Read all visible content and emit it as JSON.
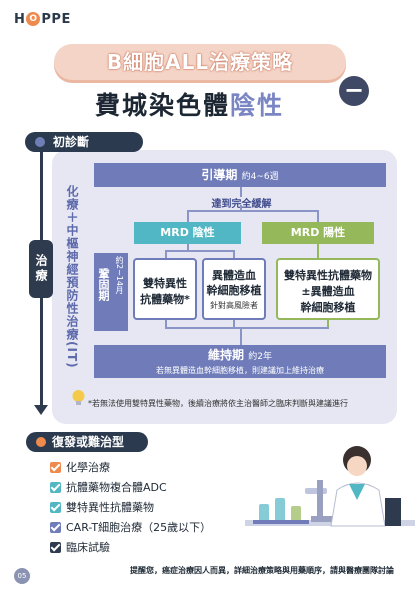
{
  "brand": {
    "logo_left": "H",
    "logo_mid": "P",
    "logo_right": "PE",
    "logo_o": "O"
  },
  "title": "B細胞ALL治療策略",
  "subtitle_main": "費城染色體",
  "subtitle_accent": "陰性",
  "subtitle_badge": "−",
  "diagnosis_label": "初診斷",
  "treatment_label": "治療",
  "side_label": "化療＋中樞神經預防性治療(IT)",
  "induction": {
    "label": "引導期",
    "duration": "約4~6週"
  },
  "complete_remission": "達到完全緩解",
  "mrd_negative": "MRD 陰性",
  "mrd_positive": "MRD 陽性",
  "consolidation": {
    "label": "鞏固期",
    "duration": "約2~14月"
  },
  "cards": {
    "card1": [
      "雙特異性",
      "抗體藥物*"
    ],
    "card2": [
      "異體造血",
      "幹細胞移植",
      "針對高風險者"
    ],
    "card3": [
      "雙特異性抗體藥物",
      "±異體造血",
      "幹細胞移植"
    ]
  },
  "maintenance": {
    "label": "維持期",
    "duration": "約2年",
    "note": "若無異體造血幹細胞移植，則建議加上維持治療"
  },
  "footnote": "*若無法使用雙特異性藥物，後續治療將依主治醫師之臨床判斷與建議進行",
  "relapse_label": "復發或難治型",
  "relapse_options": [
    {
      "label": "化學治療",
      "color": "#ef8a4d"
    },
    {
      "label": "抗體藥物複合體ADC",
      "color": "#52b7c4"
    },
    {
      "label": "雙特異性抗體藥物",
      "color": "#52b7c4"
    },
    {
      "label": "CAR-T細胞治療（25歲以下）",
      "color": "#6f7cb9"
    },
    {
      "label": "臨床試驗",
      "color": "#2e3b4e"
    }
  ],
  "bottom_note": "提醒您，癌症治療因人而異，詳細治療策略與用藥順序，請與醫療團隊討論",
  "page_number": "05",
  "colors": {
    "primary": "#6f7cb9",
    "teal": "#52b7c4",
    "green": "#95b85a",
    "dark": "#2e3b4e",
    "orange": "#ef8a4d"
  }
}
